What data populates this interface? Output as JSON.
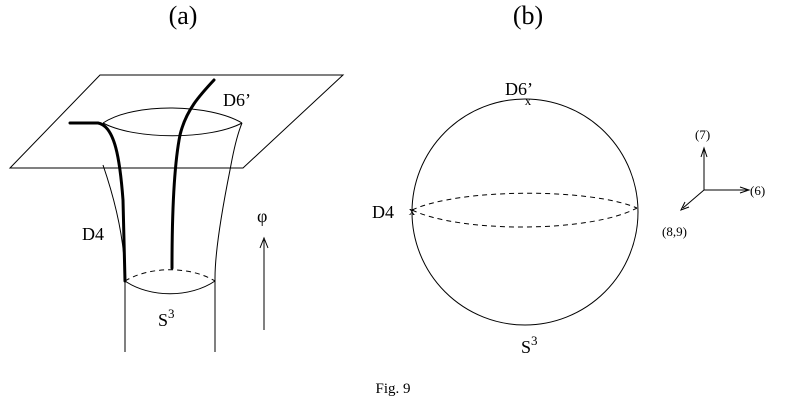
{
  "panels": {
    "a": {
      "label": "(a)",
      "d6_label": "D6’",
      "d4_label": "D4",
      "sphere_label": "S",
      "sphere_exp": "3",
      "coordinate_label": "φ"
    },
    "b": {
      "label": "(b)",
      "d6_label": "D6’",
      "d4_label": "D4",
      "marker": "x",
      "sphere_label": "S",
      "sphere_exp": "3"
    }
  },
  "axes": {
    "up": "(7)",
    "right": "(6)",
    "diag": "(8,9)"
  },
  "caption": "Fig. 9"
}
